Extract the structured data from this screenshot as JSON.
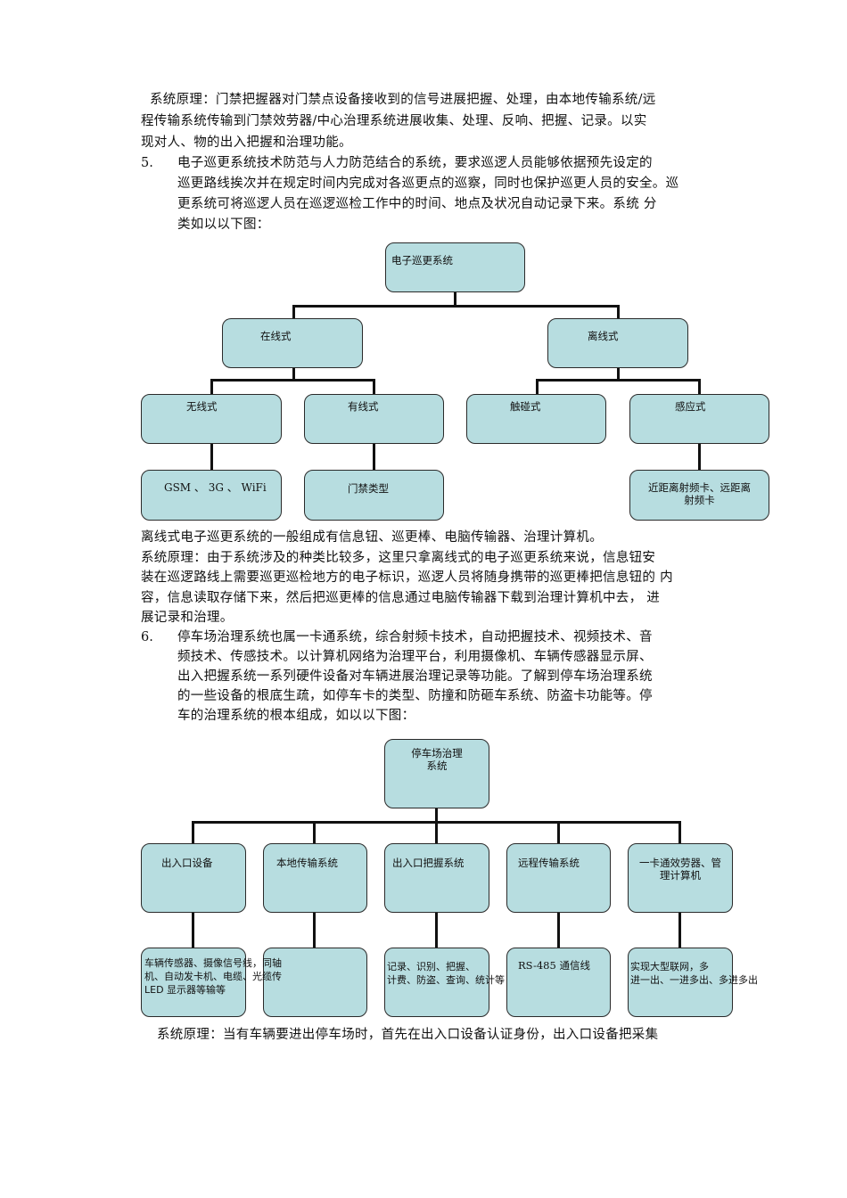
{
  "paragraphs": {
    "p1": [
      "系统原理：门禁把握器对门禁点设备接收到的信号进展把握、处理，由本地传输系统/远",
      "程传输系统传输到门禁效劳器/中心治理系统进展收集、处理、反响、把握、记录。以实",
      "现对人、物的出入把握和治理功能。"
    ],
    "item5_number": "5.",
    "item5": [
      "电子巡更系统技术防范与人力防范结合的系统，要求巡逻人员能够依据预先设定的",
      "巡更路线挨次并在规定时间内完成对各巡更点的巡察，同时也保护巡更人员的安全。巡",
      "更系统可将巡逻人员在巡逻巡检工作中的时间、地点及状况自动记录下来。系统  分",
      "类如以以下图："
    ],
    "p2": [
      "离线式电子巡更系统的一般组成有信息钮、巡更棒、电脑传输器、治理计算机。",
      "系统原理：由于系统涉及的种类比较多，这里只拿离线式的电子巡更系统来说，信息钮安",
      "装在巡逻路线上需要巡更巡检地方的电子标识，巡逻人员将随身携带的巡更棒把信息钮的  内",
      "容，信息读取存储下来，然后把巡更棒的信息通过电脑传输器下载到治理计算机中去，  进",
      "展记录和治理。"
    ],
    "item6_number": "6.",
    "item6": [
      "停车场治理系统也属一卡通系统，综合射频卡技术，自动把握技术、视频技术、音",
      "频技术、传感技术。以计算机网络为治理平台，利用摄像机、车辆传感器显示屏、",
      "出入把握系统一系列硬件设备对车辆进展治理记录等功能。了解到停车场治理系统",
      "的一些设备的根底生疏，如停车卡的类型、防撞和防砸车系统、防盗卡功能等。停",
      "车的治理系统的根本组成，如以以下图："
    ],
    "p3": "系统原理：当有车辆要进出停车场时，首先在出入口设备认证身份，出入口设备把采集"
  },
  "diagram1": {
    "root": "电子巡更系统",
    "online": "在线式",
    "offline": "离线式",
    "wireless": "无线式",
    "wired": "有线式",
    "touch": "触碰式",
    "sensing": "感应式",
    "wireless_detail": "GSM 、 3G 、 WiFi",
    "wired_detail": "门禁类型",
    "sensing_detail": [
      "近距离射频卡、远距离",
      "射频卡"
    ]
  },
  "diagram2": {
    "root": [
      "停车场治理",
      "系统"
    ],
    "children": [
      "出入口设备",
      "本地传输系统",
      "出入口把握系统",
      "远程传输系统"
    ],
    "child5": [
      "一卡通效劳器、管",
      "理计算机"
    ],
    "detail1": [
      "车辆传感器、摄像信号线，同轴",
      "机、自动发卡机、电缆、光缆传",
      "LED  显示器等输等"
    ],
    "detail3": [
      "记录、识别、把握、",
      "计费、防盗、查询、统计等"
    ],
    "detail4": "RS-485  通信线",
    "detail5": [
      "实现大型联网，多",
      "进一出、一进多出、多进多出"
    ]
  }
}
